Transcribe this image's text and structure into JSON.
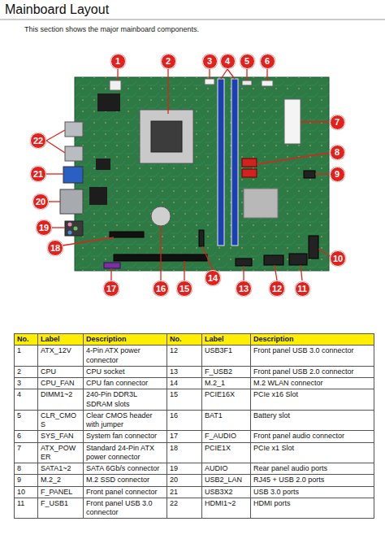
{
  "diagram": {
    "title": "Mainboard Layout",
    "nodes": [
      {
        "text": [
          "1"
        ]
      },
      {
        "text": [
          "2"
        ]
      },
      {
        "text": [
          "3"
        ]
      },
      {
        "text": [
          "4"
        ]
      },
      {
        "text": [
          "5"
        ]
      },
      {
        "text": [
          "6"
        ]
      },
      {
        "text": [
          "7"
        ]
      },
      {
        "text": [
          "8"
        ]
      },
      {
        "text": [
          "9"
        ]
      },
      {
        "text": [
          "10"
        ]
      },
      {
        "text": [
          "11"
        ]
      },
      {
        "text": [
          "12"
        ]
      },
      {
        "text": [
          "13"
        ]
      },
      {
        "text": [
          "14"
        ]
      },
      {
        "text": [
          "15"
        ]
      },
      {
        "text": [
          "16"
        ]
      },
      {
        "text": [
          "17"
        ]
      },
      {
        "text": [
          "18"
        ]
      },
      {
        "text": [
          "19"
        ]
      },
      {
        "text": [
          "20"
        ]
      },
      {
        "text": [
          "21"
        ]
      },
      {
        "text": [
          "22"
        ]
      }
    ],
    "labels": [
      "This section shows the major mainboard components.",
      "No.",
      "Label",
      "Description",
      "No.",
      "Label",
      "Description",
      "1",
      "ATX_12V",
      "4-Pin ATX power connector",
      "12",
      "USB3F1",
      "Front panel USB 3.0 connector",
      "2",
      "CPU",
      "CPU socket",
      "13",
      "F_USB2",
      "Front panel USB 2.0 connector",
      "3",
      "CPU_FAN",
      "CPU fan connector",
      "14",
      "M.2_1",
      "M.2 WLAN connector",
      "4",
      "DIMM1~2",
      "240-Pin DDR3L SDRAM slots",
      "15",
      "PCIE16X",
      "PCIe x16 Slot",
      "5",
      "CLR_CMOS",
      "Clear CMOS header with jumper",
      "16",
      "BAT1",
      "Battery slot",
      "6",
      "SYS_FAN",
      "System fan connector",
      "17",
      "F_AUDIO",
      "Front panel audio connector",
      "7",
      "ATX_POWER",
      "Standard 24-Pin ATX power connector",
      "18",
      "PCIE1X",
      "PCIe x1 Slot",
      "8",
      "SATA1~2",
      "SATA 6Gb/s connector",
      "19",
      "AUDIO",
      "Rear panel audio ports",
      "9",
      "M.2_2",
      "M.2 SSD connector",
      "20",
      "USB2_LAN",
      "RJ45 + USB 2.0 ports",
      "10",
      "F_PANEL",
      "Front panel connector",
      "21",
      "USB3X2",
      "USB 3.0 ports",
      "11",
      "F_USB1",
      "Front panel USB 3.0 connector",
      "22",
      "HDMI1~2",
      "HDMI ports"
    ]
  }
}
